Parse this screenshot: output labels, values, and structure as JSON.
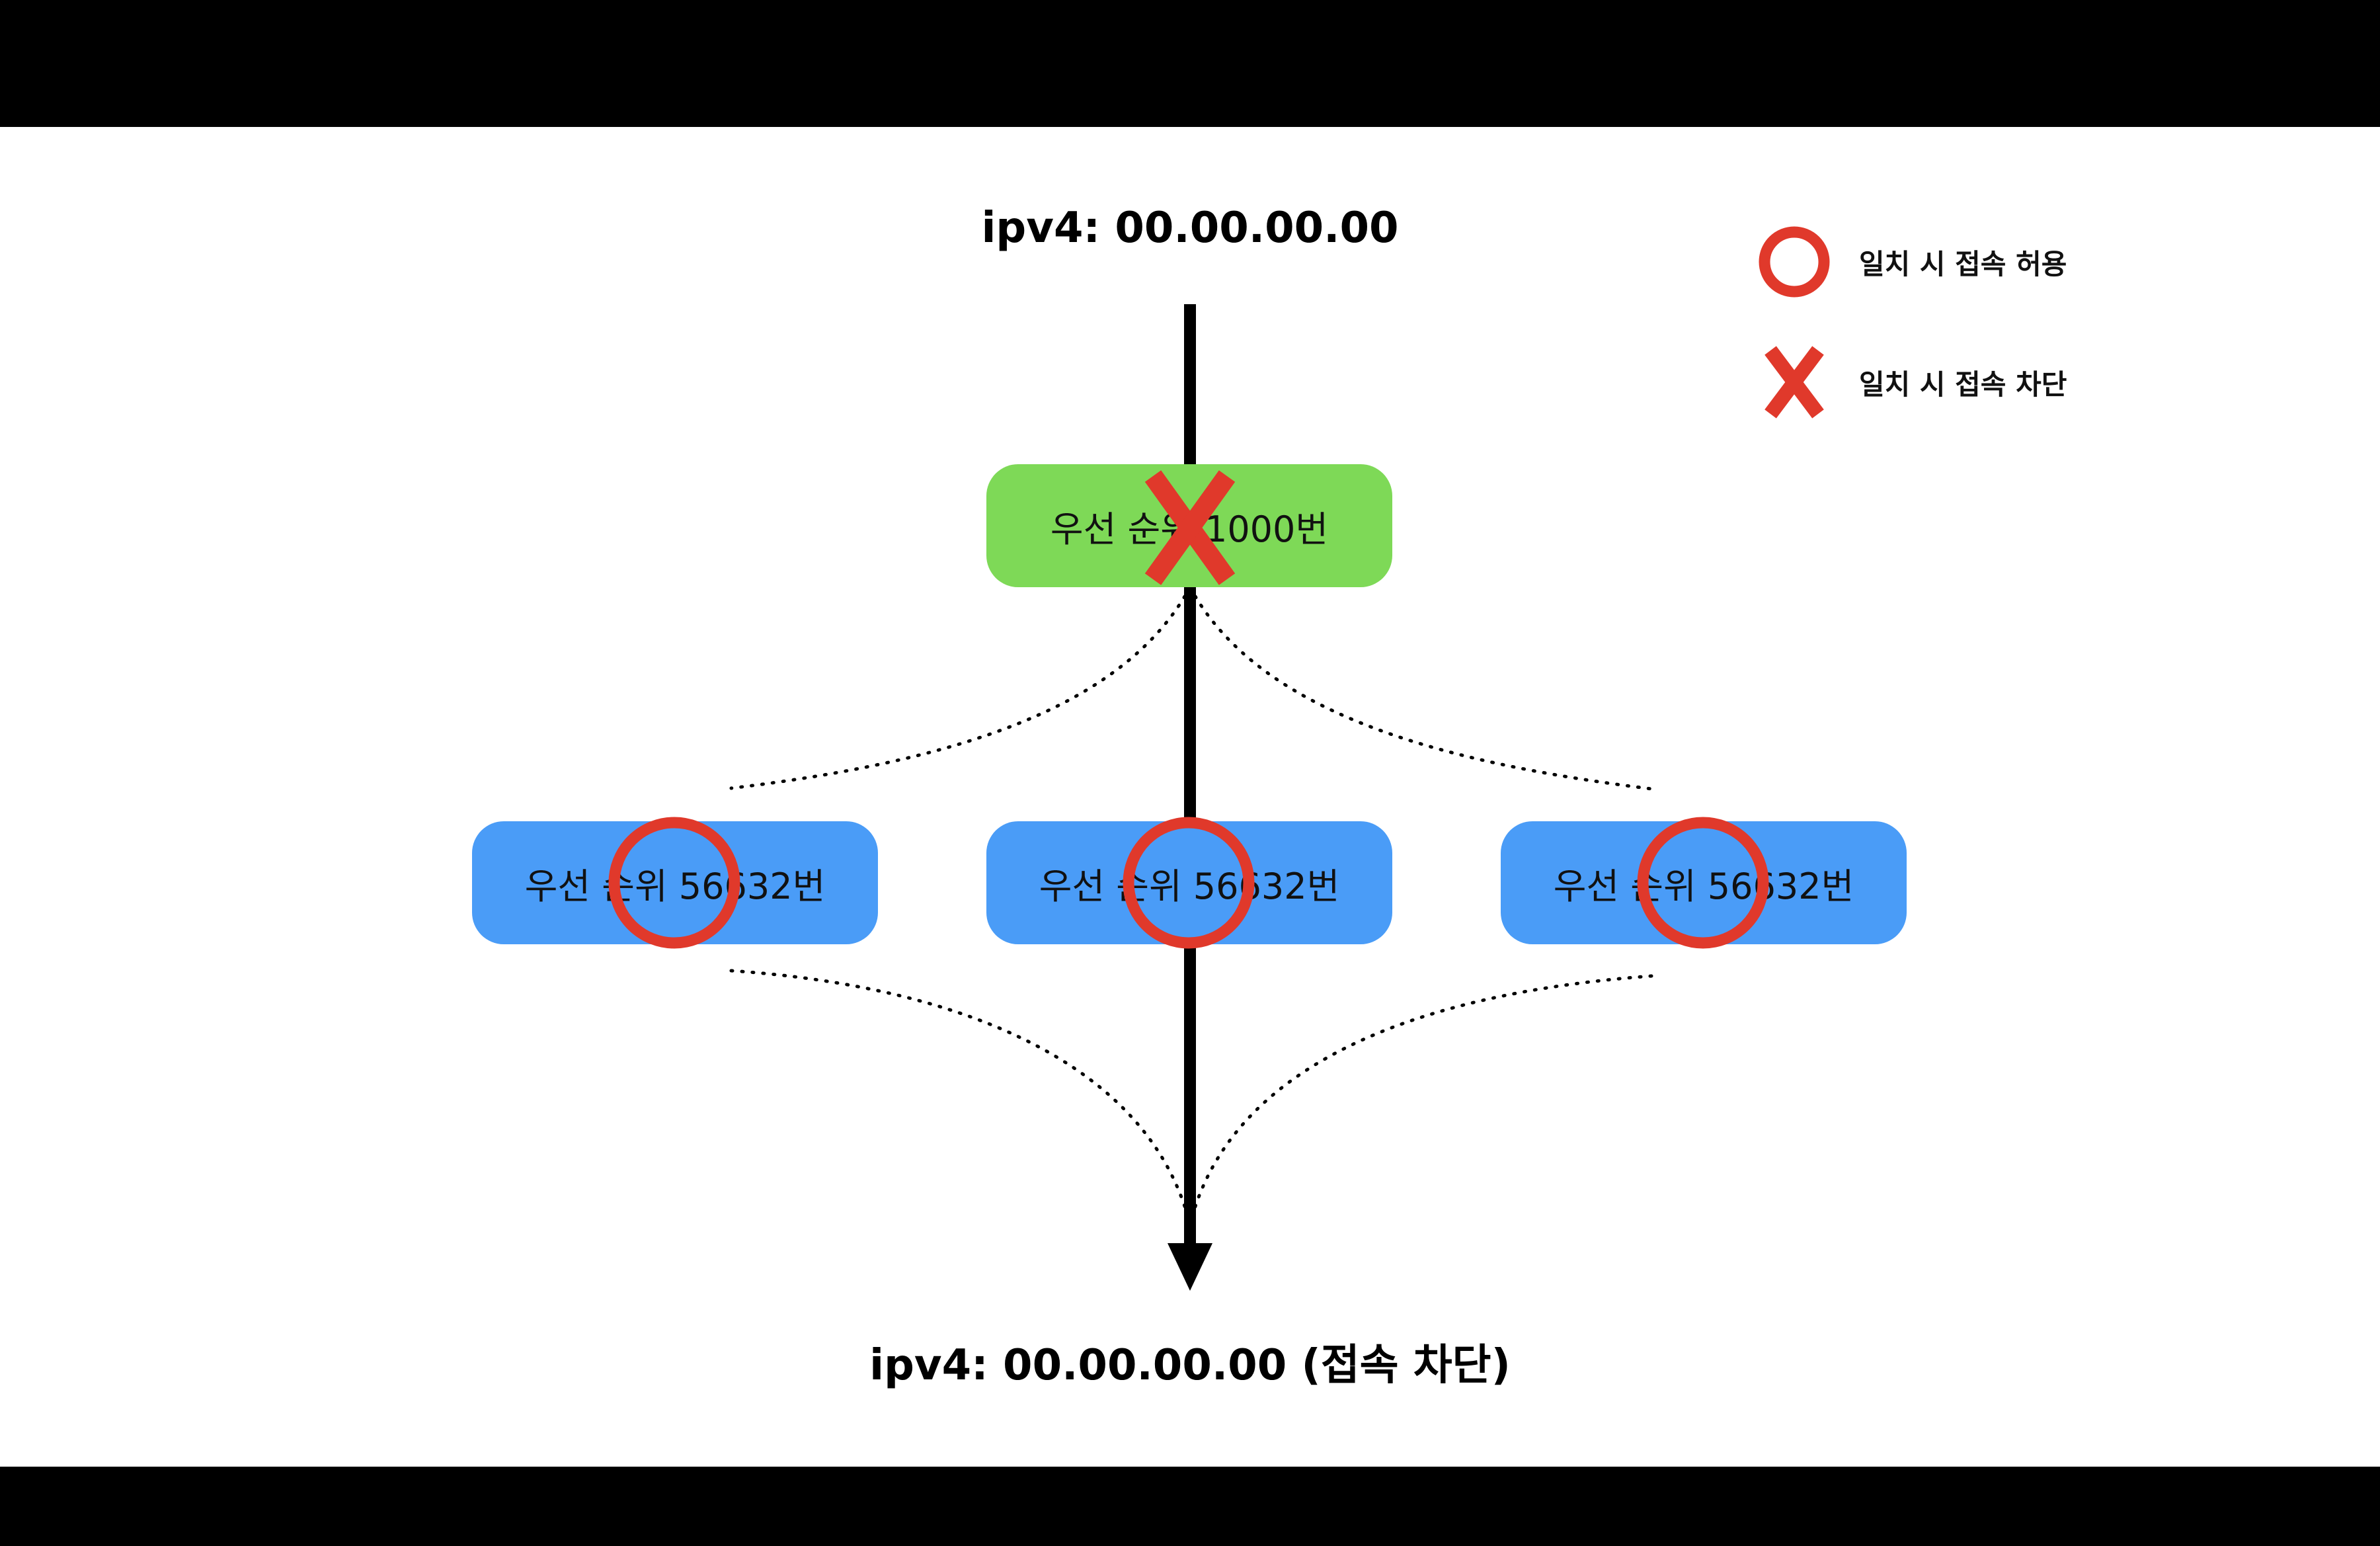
{
  "source_ip_label": "ipv4: 00.00.00.00",
  "result_label": "ipv4: 00.00.00.00 (접속 차단)",
  "colors": {
    "match_mark": "#e0392b",
    "deny_rule_fill": "#7ed957",
    "allow_rule_fill": "#4a9cf7",
    "flow_line": "#000000"
  },
  "legend": [
    {
      "icon": "circle-icon",
      "label": "일치 시 접속 허용"
    },
    {
      "icon": "x-icon",
      "label": "일치 시 접속 차단"
    }
  ],
  "rules": [
    {
      "label": "우선 순위 1000번",
      "color": "#7ed957",
      "match": "x-icon"
    },
    {
      "label": "우선 순위 56632번",
      "color": "#4a9cf7",
      "match": "circle-icon"
    },
    {
      "label": "우선 순위 56632번",
      "color": "#4a9cf7",
      "match": "circle-icon"
    },
    {
      "label": "우선 순위 56632번",
      "color": "#4a9cf7",
      "match": "circle-icon"
    }
  ]
}
